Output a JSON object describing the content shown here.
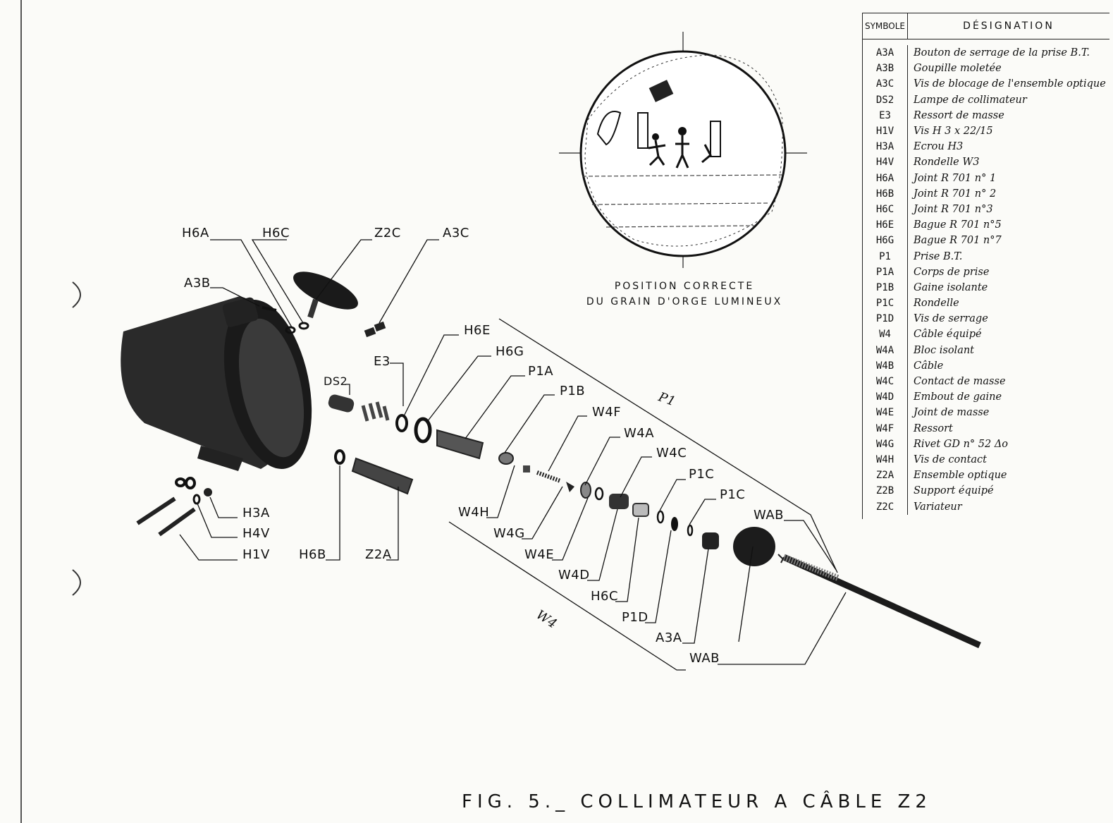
{
  "figure": {
    "caption": "FIG. 5._ COLLIMATEUR A CÂBLE Z2",
    "reticle_caption_line1": "POSITION CORRECTE",
    "reticle_caption_line2": "DU GRAIN D'ORGE LUMINEUX"
  },
  "legend": {
    "header_symbol": "SYMBOLE",
    "header_designation": "DÉSIGNATION",
    "rows": [
      {
        "sym": "A3A",
        "des": "Bouton de serrage de la prise B.T."
      },
      {
        "sym": "A3B",
        "des": "Goupille moletée"
      },
      {
        "sym": "A3C",
        "des": "Vis de blocage de l'ensemble optique"
      },
      {
        "sym": "DS2",
        "des": "Lampe de collimateur"
      },
      {
        "sym": "E3",
        "des": "Ressort de masse"
      },
      {
        "sym": "H1V",
        "des": "Vis H 3 x 22/15"
      },
      {
        "sym": "H3A",
        "des": "Ecrou H3"
      },
      {
        "sym": "H4V",
        "des": "Rondelle W3"
      },
      {
        "sym": "H6A",
        "des": "Joint R 701 n° 1"
      },
      {
        "sym": "H6B",
        "des": "Joint R 701 n° 2"
      },
      {
        "sym": "H6C",
        "des": "Joint R 701 n°3"
      },
      {
        "sym": "H6E",
        "des": "Bague R 701 n°5"
      },
      {
        "sym": "H6G",
        "des": "Bague R 701 n°7"
      },
      {
        "sym": "P1",
        "des": "Prise B.T."
      },
      {
        "sym": "P1A",
        "des": "Corps de prise"
      },
      {
        "sym": "P1B",
        "des": "Gaine isolante"
      },
      {
        "sym": "P1C",
        "des": "Rondelle"
      },
      {
        "sym": "P1D",
        "des": "Vis de serrage"
      },
      {
        "sym": "W4",
        "des": "Câble équipé"
      },
      {
        "sym": "W4A",
        "des": "Bloc isolant"
      },
      {
        "sym": "W4B",
        "des": "Câble"
      },
      {
        "sym": "W4C",
        "des": "Contact de masse"
      },
      {
        "sym": "W4D",
        "des": "Embout de gaine"
      },
      {
        "sym": "W4E",
        "des": "Joint de masse"
      },
      {
        "sym": "W4F",
        "des": "Ressort"
      },
      {
        "sym": "W4G",
        "des": "Rivet GD n° 52 Δo"
      },
      {
        "sym": "W4H",
        "des": "Vis de contact"
      },
      {
        "sym": "Z2A",
        "des": "Ensemble optique"
      },
      {
        "sym": "Z2B",
        "des": "Support équipé"
      },
      {
        "sym": "Z2C",
        "des": "Variateur"
      }
    ]
  },
  "callouts": {
    "h6a": "H6A",
    "h6c_top": "H6C",
    "z2c": "Z2C",
    "a3c": "A3C",
    "a3b": "A3B",
    "h6e": "H6E",
    "h6g": "H6G",
    "e3": "E3",
    "ds2": "DS2",
    "p1a": "P1A",
    "p1b": "P1B",
    "w4f": "W4F",
    "w4a": "W4A",
    "w4c": "W4C",
    "p1c_1": "P1C",
    "p1c_2": "P1C",
    "p1": "P1",
    "wab_top": "WAB",
    "h3a": "H3A",
    "h4v": "H4V",
    "h1v": "H1V",
    "h6b": "H6B",
    "z2a": "Z2A",
    "w4h": "W4H",
    "w4g": "W4G",
    "w4e": "W4E",
    "w4d": "W4D",
    "h6c_bot": "H6C",
    "p1d": "P1D",
    "a3a": "A3A",
    "wab_bot": "WAB",
    "w4": "W4"
  }
}
